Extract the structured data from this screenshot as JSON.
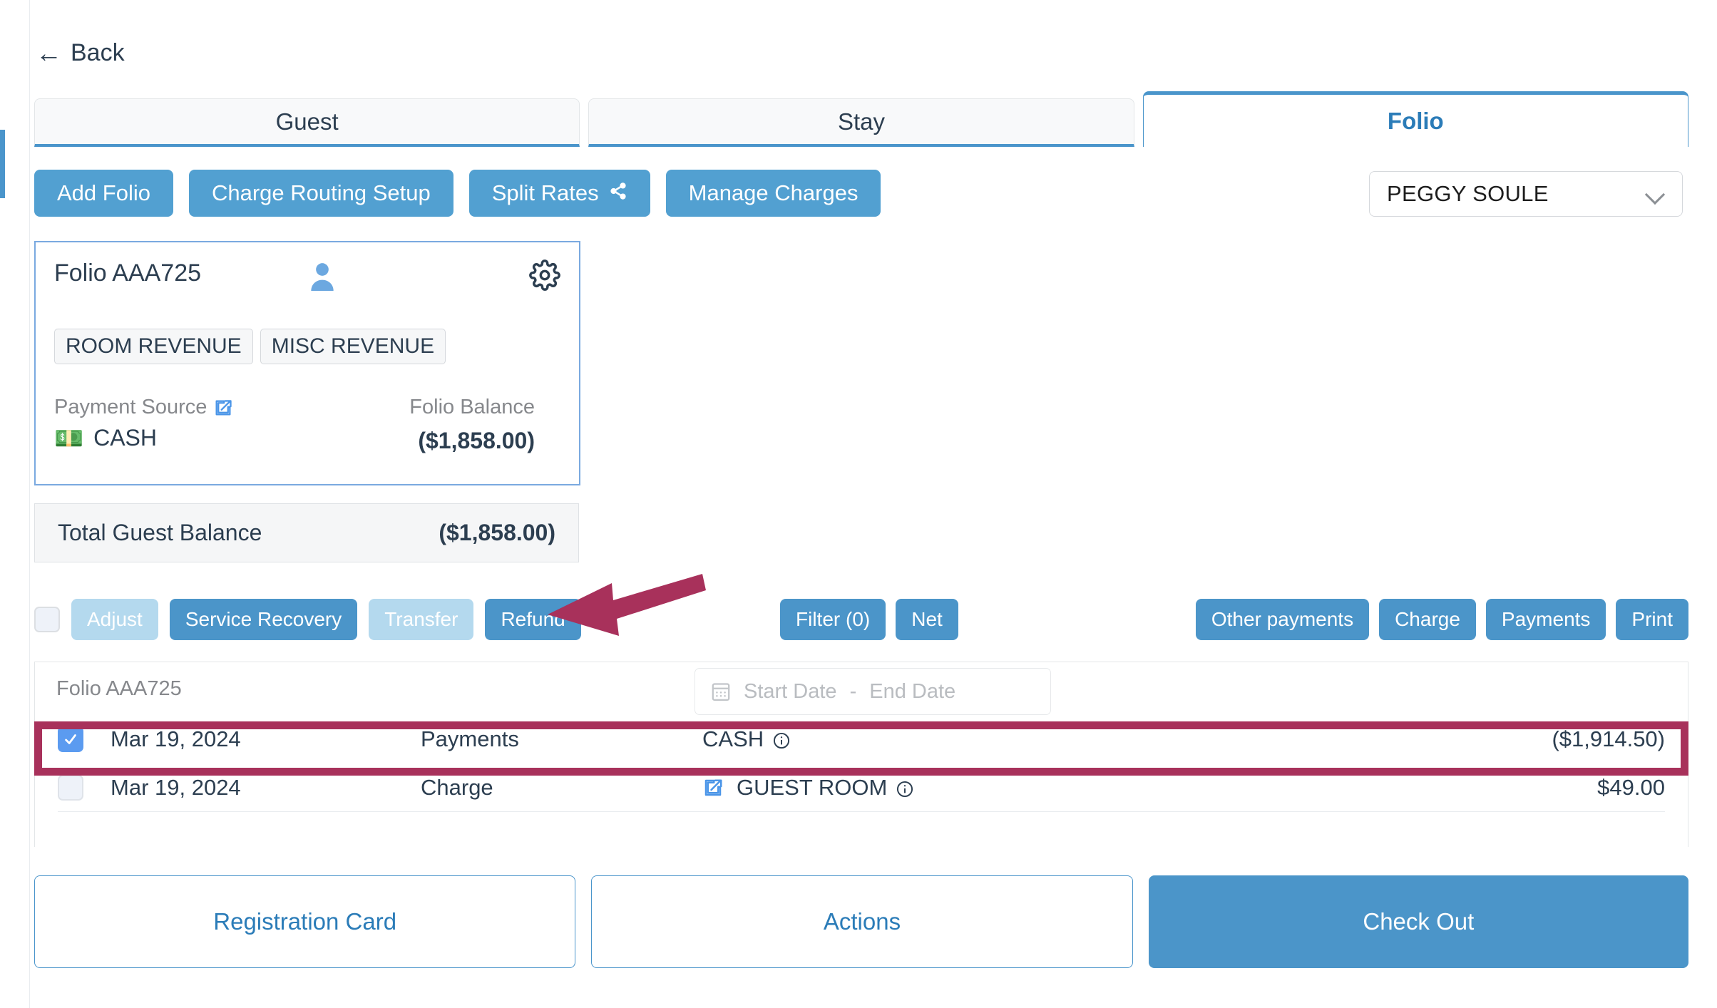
{
  "nav": {
    "back_label": "Back",
    "back_icon": "arrow-left-icon"
  },
  "tabs": [
    {
      "label": "Guest",
      "active": false
    },
    {
      "label": "Stay",
      "active": false
    },
    {
      "label": "Folio",
      "active": true
    }
  ],
  "actions": {
    "add_folio": "Add Folio",
    "charge_routing_setup": "Charge Routing Setup",
    "split_rates": "Split Rates",
    "split_rates_icon": "share-icon",
    "manage_charges": "Manage Charges"
  },
  "guest_select": {
    "value": "PEGGY SOULE",
    "icon": "chevron-down-icon"
  },
  "folio_card": {
    "title": "Folio AAA725",
    "person_icon": "person-icon",
    "gear_icon": "gear-icon",
    "chips": [
      "ROOM REVENUE",
      "MISC REVENUE"
    ],
    "payment_source_label": "Payment Source",
    "payment_source_edit_icon": "edit-square-icon",
    "payment_source_value": "CASH",
    "payment_source_value_icon": "money-banknote-icon",
    "balance_label": "Folio Balance",
    "balance_value": "($1,858.00)",
    "border_color": "#7aa9e0"
  },
  "total_balance": {
    "label": "Total Guest Balance",
    "value": "($1,858.00)"
  },
  "toolbar": {
    "select_all_checkbox": "unchecked",
    "left": [
      {
        "label": "Adjust",
        "state": "disabled"
      },
      {
        "label": "Service Recovery",
        "state": "enabled"
      },
      {
        "label": "Transfer",
        "state": "disabled"
      },
      {
        "label": "Refund",
        "state": "enabled"
      }
    ],
    "middle": [
      {
        "label": "Filter (0)",
        "state": "enabled"
      },
      {
        "label": "Net",
        "state": "enabled"
      }
    ],
    "right": [
      {
        "label": "Other payments",
        "state": "enabled"
      },
      {
        "label": "Charge",
        "state": "enabled"
      },
      {
        "label": "Payments",
        "state": "enabled"
      },
      {
        "label": "Print",
        "state": "enabled"
      }
    ]
  },
  "annotation": {
    "arrow_color": "#a8315b",
    "highlight_color": "#a8315b",
    "arrow_points_to": "Refund"
  },
  "table": {
    "folio_label": "Folio AAA725",
    "date_filter": {
      "calendar_icon": "calendar-icon",
      "start_placeholder": "Start Date",
      "separator": "-",
      "end_placeholder": "End Date"
    },
    "rows": [
      {
        "checked": true,
        "highlighted": true,
        "date": "Mar 19, 2024",
        "type": "Payments",
        "description": "CASH",
        "desc_info_icon": "info-circle-icon",
        "has_edit_icon": false,
        "amount": "($1,914.50)"
      },
      {
        "checked": false,
        "highlighted": false,
        "date": "Mar 19, 2024",
        "type": "Charge",
        "description": "GUEST ROOM",
        "desc_info_icon": "info-circle-icon",
        "has_edit_icon": true,
        "edit_icon": "edit-square-icon",
        "amount": "$49.00"
      }
    ]
  },
  "bottom": {
    "registration_card": "Registration Card",
    "actions": "Actions",
    "check_out": "Check Out"
  },
  "colors": {
    "primary_blue": "#4b95c9",
    "light_blue": "#b4d9ee",
    "accent_crimson": "#a8315b",
    "text_dark": "#2c3e50",
    "muted_gray": "#86888c"
  }
}
